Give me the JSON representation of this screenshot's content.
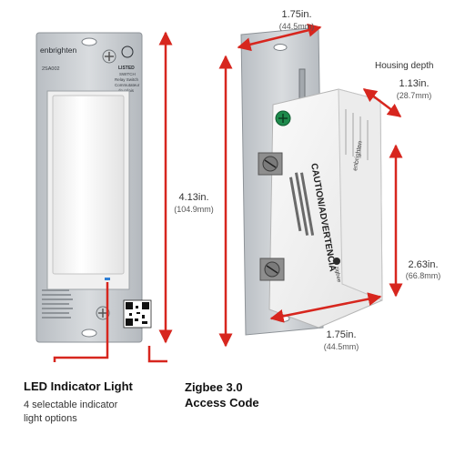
{
  "colors": {
    "dimension_line": "#d7261e",
    "plate": "#c9cdd1",
    "paddle": "#ffffff",
    "housing": "#f3f3f3",
    "led": "#2f7fd6"
  },
  "front_view": {
    "brand": "enbrighten",
    "model": "2SA002",
    "listing_mark": "LISTED",
    "switch_type_lines": [
      "SWITCH",
      "Relay Switch",
      "Commutateur",
      "de relais"
    ]
  },
  "side_view": {
    "caution_heading": "CAUTION/ADVERTENCIA",
    "brand": "enbrighten",
    "zigbee": "zigbee"
  },
  "dimensions": {
    "top_width": {
      "in": "1.75in.",
      "mm": "(44.5mm)"
    },
    "housing_depth_label": "Housing depth",
    "housing_depth": {
      "in": "1.13in.",
      "mm": "(28.7mm)"
    },
    "height": {
      "in": "4.13in.",
      "mm": "(104.9mm)"
    },
    "housing_height": {
      "in": "2.63in.",
      "mm": "(66.8mm)"
    },
    "bottom_width": {
      "in": "1.75in.",
      "mm": "(44.5mm)"
    }
  },
  "callouts": {
    "led_title": "LED Indicator Light",
    "led_sub_1": "4 selectable indicator",
    "led_sub_2": "light options",
    "zigbee_title_1": "Zigbee 3.0",
    "zigbee_title_2": "Access Code"
  }
}
